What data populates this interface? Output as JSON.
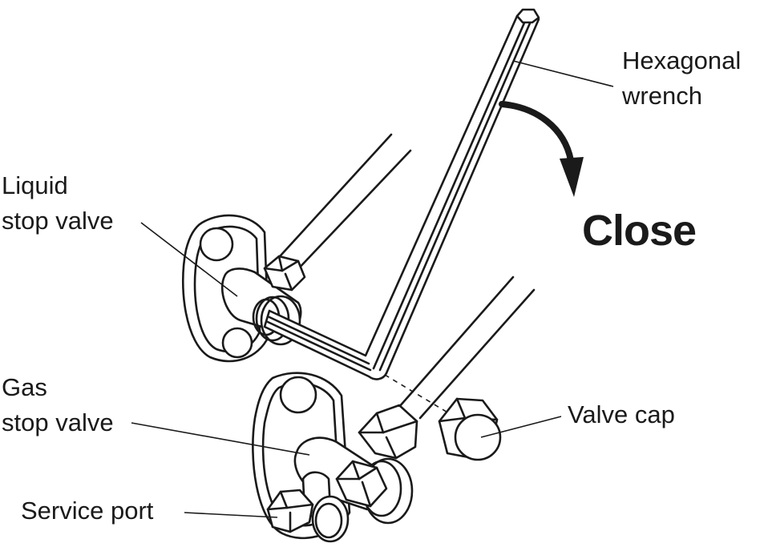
{
  "labels": {
    "hex_wrench": [
      "Hexagonal",
      "wrench"
    ],
    "liquid_valve": [
      "Liquid",
      "stop valve"
    ],
    "gas_valve": [
      "Gas",
      "stop valve"
    ],
    "service_port": "Service port",
    "valve_cap": "Valve cap",
    "action": "Close"
  }
}
